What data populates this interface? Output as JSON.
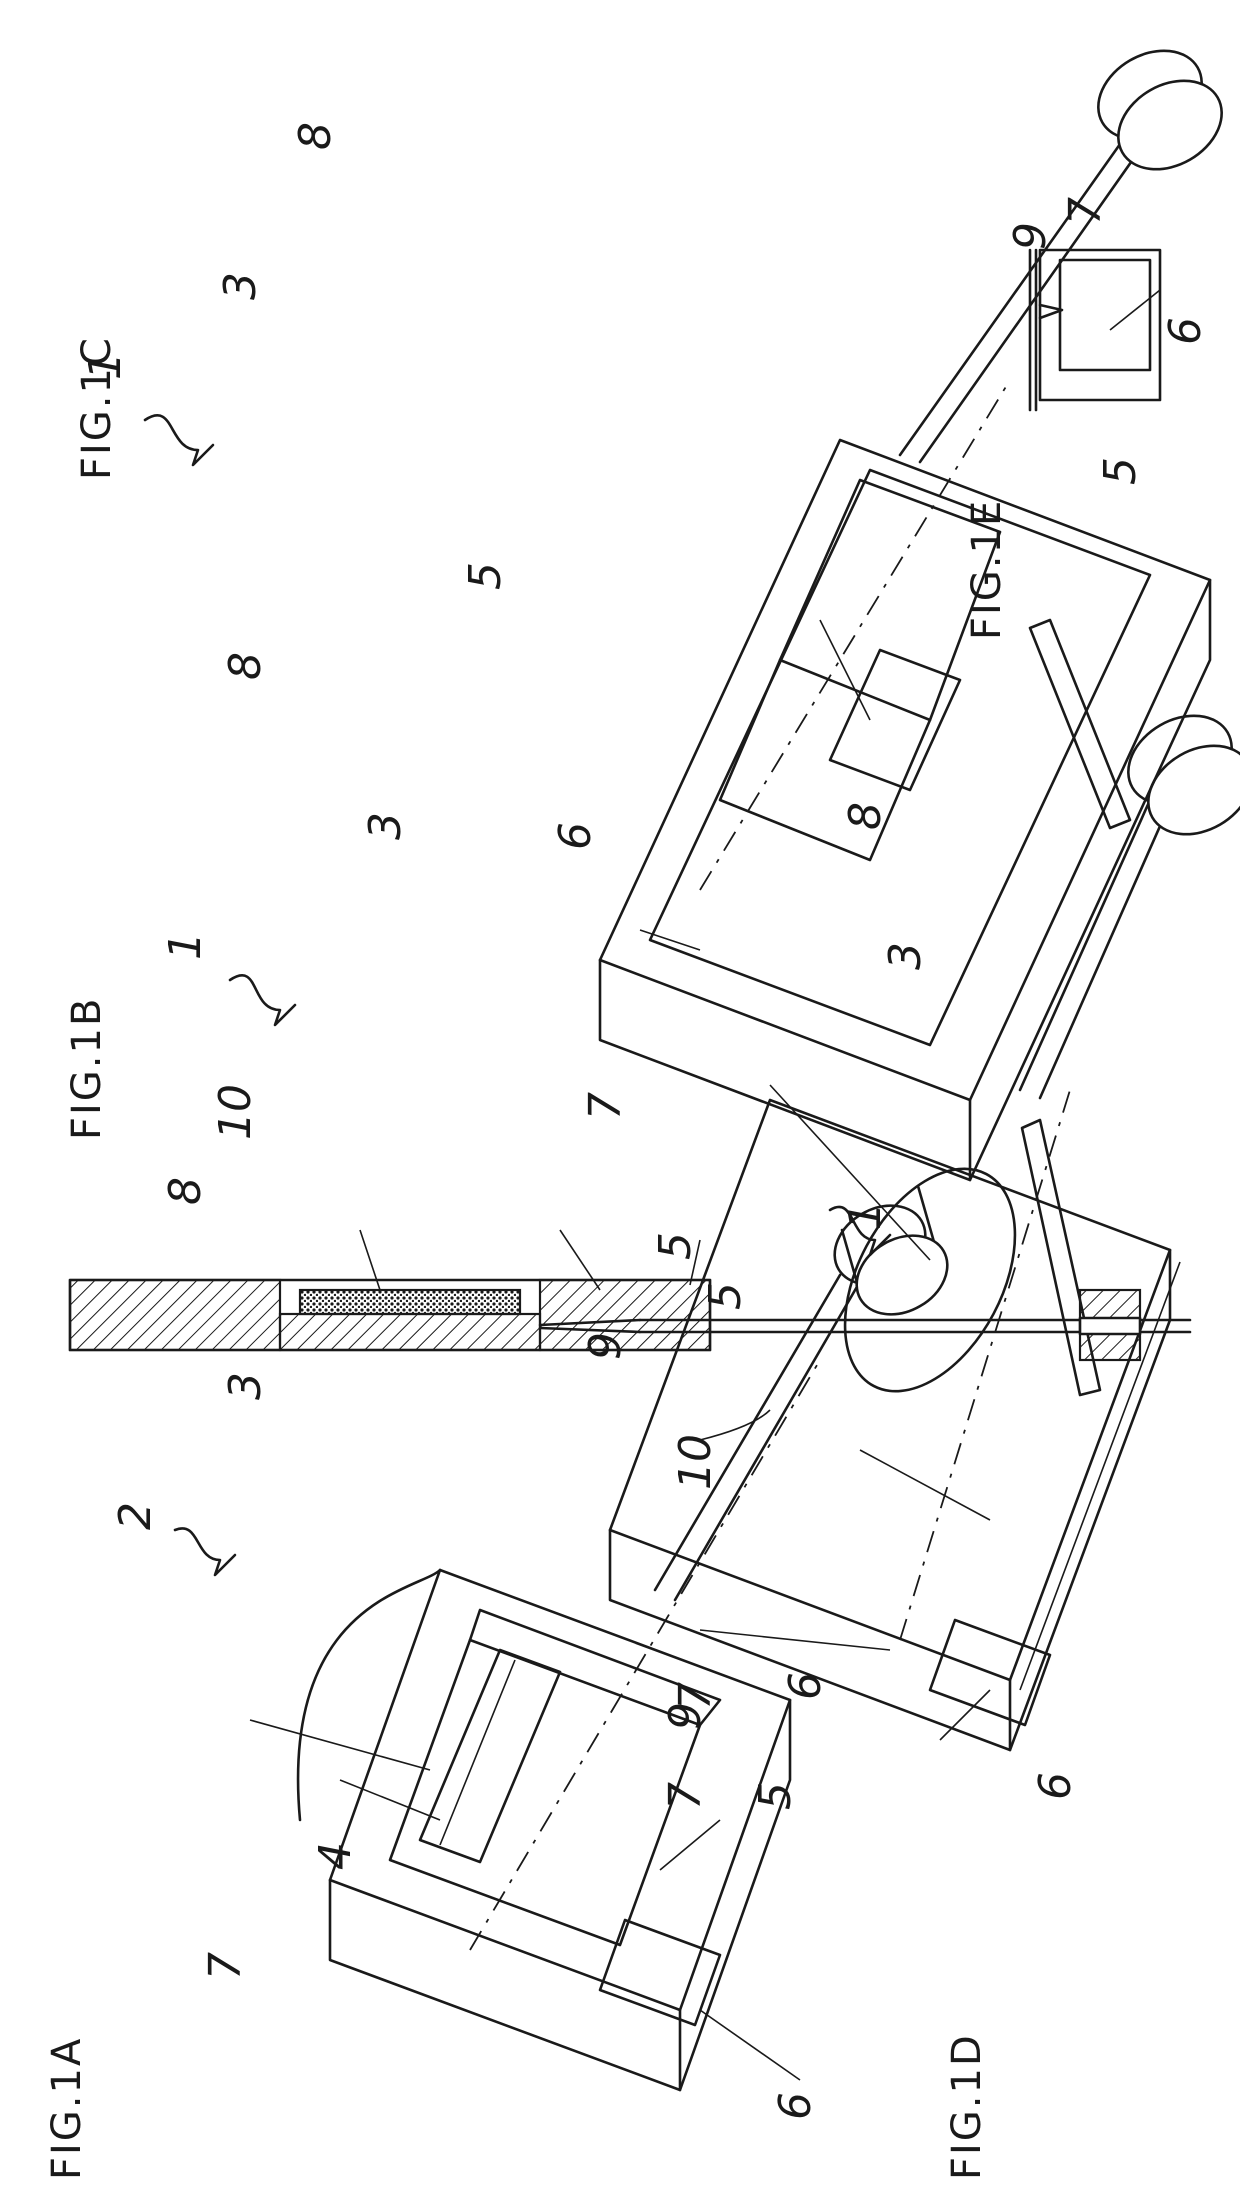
{
  "figures": {
    "fig_1a": "FIG.1A",
    "fig_1b": "FIG.1B",
    "fig_1c": "FIG.1C",
    "fig_1d": "FIG.1D",
    "fig_1e": "FIG.1E"
  },
  "refs": {
    "r1": "1",
    "r2": "2",
    "r3": "3",
    "r4": "4",
    "r5": "5",
    "r6": "6",
    "r7": "7",
    "r8": "8",
    "r9": "9",
    "r10": "10"
  },
  "colors": {
    "ink": "#1a1a1a",
    "paper": "#ffffff"
  }
}
